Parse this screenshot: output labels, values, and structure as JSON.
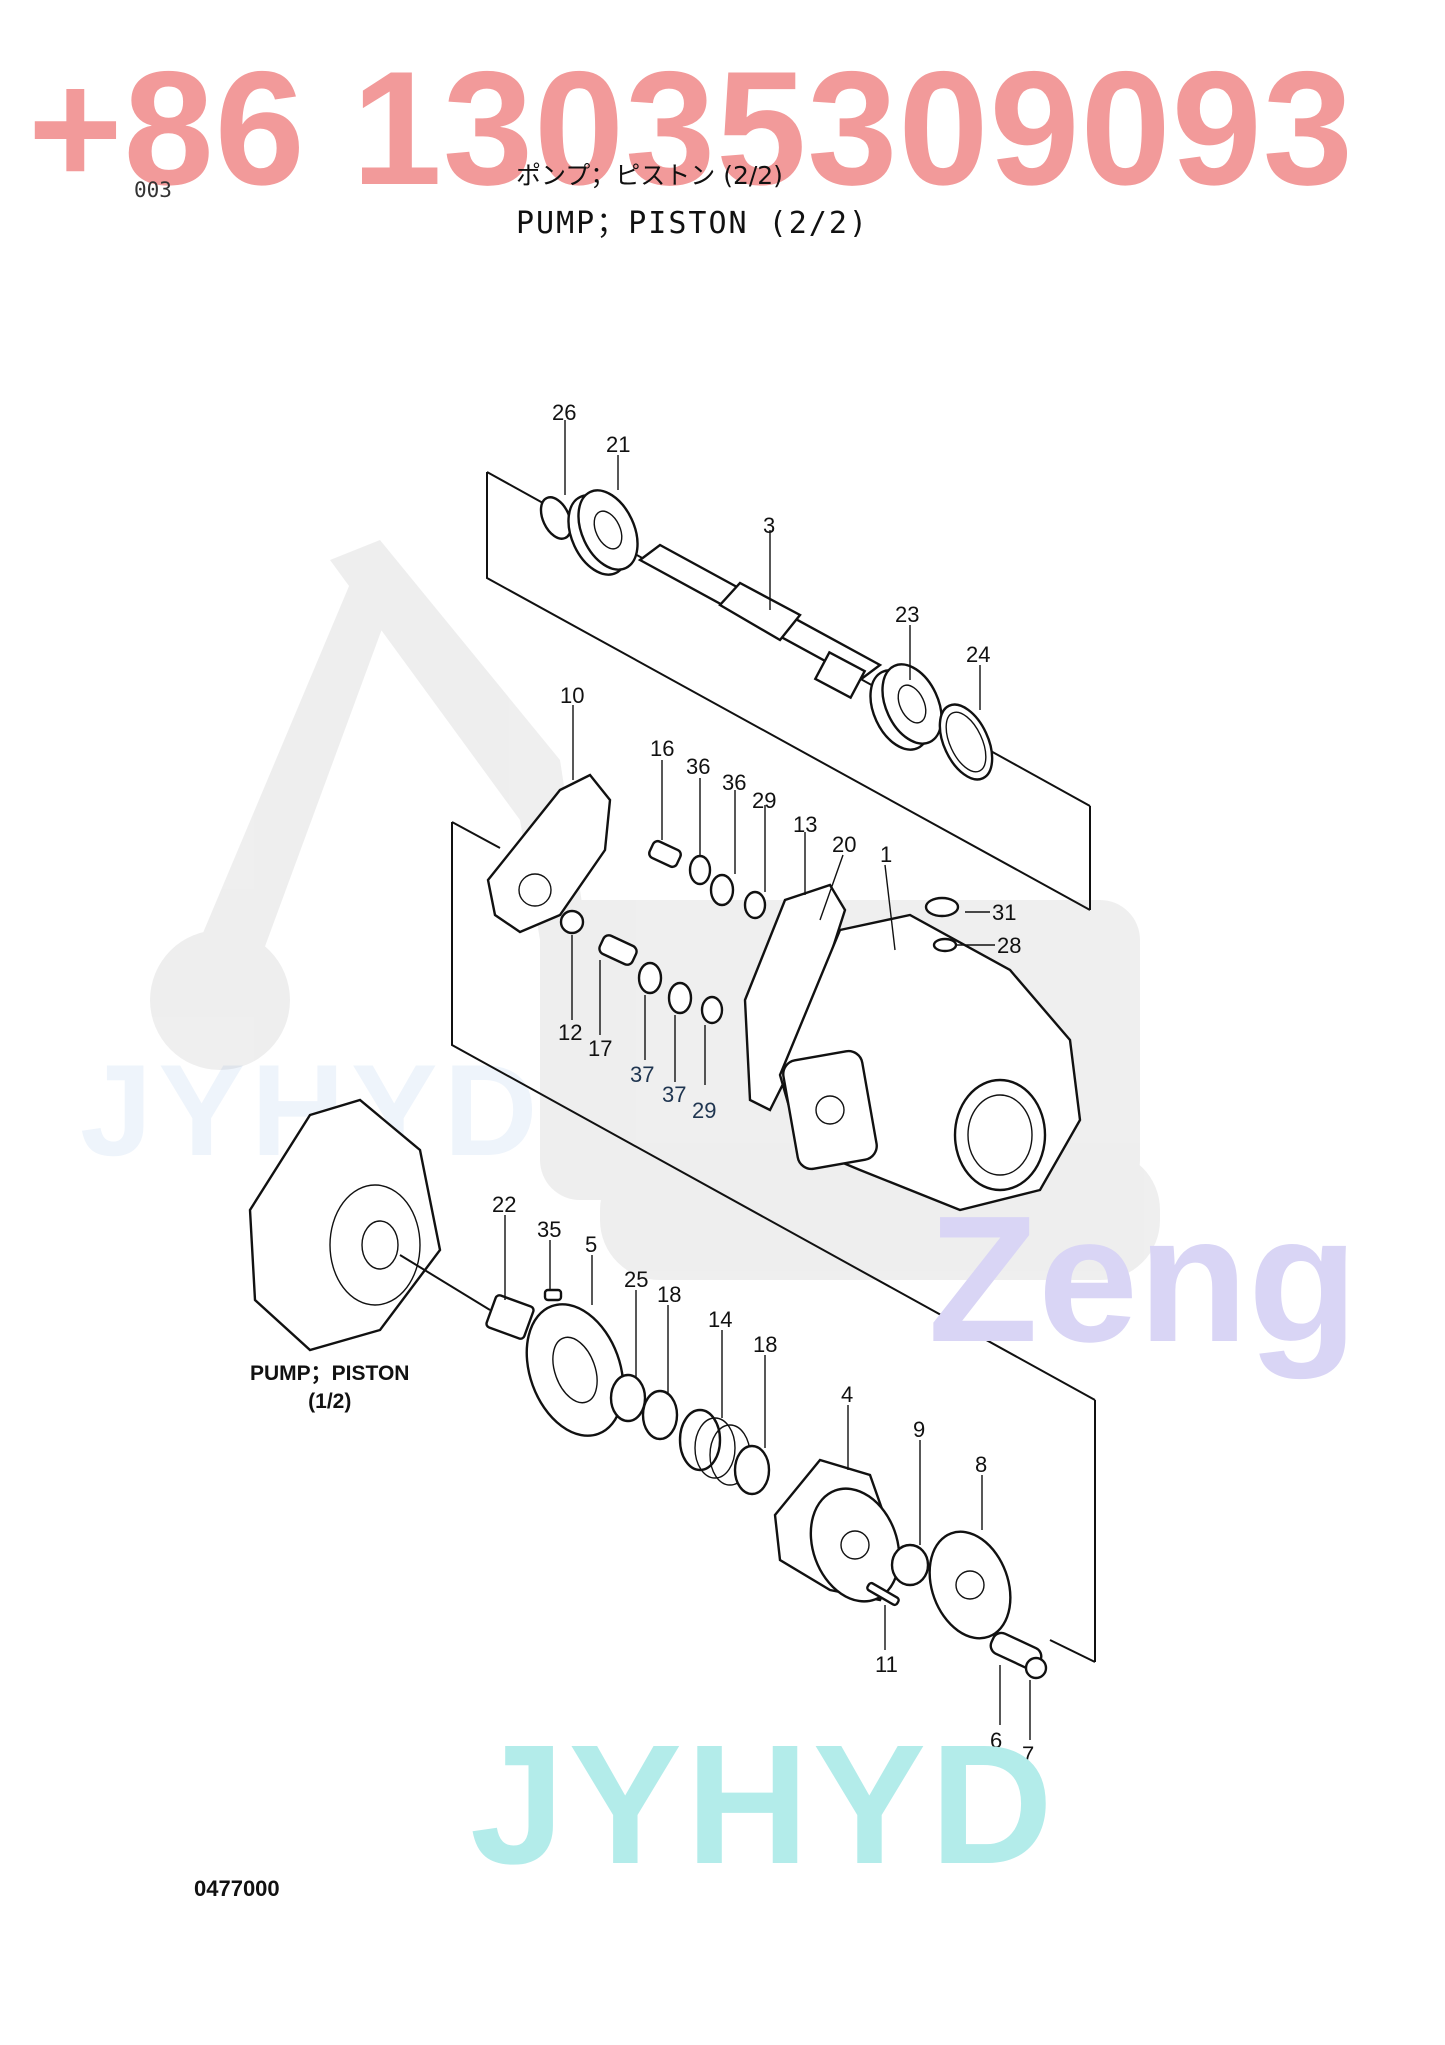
{
  "header": {
    "phone": "+86 13035309093",
    "page_code": "003",
    "title_jp": "ポンプ；ピストン (2/2)",
    "title_en": "PUMP；PISTON (2/2)"
  },
  "watermarks": {
    "zeng": "Zeng",
    "jyhyd": "JYHYD",
    "jyhyd_faint": "JYHYD"
  },
  "reference_label": {
    "line1": "PUMP；PISTON",
    "line2": "(1/2)"
  },
  "footer": {
    "doc_code": "0477000"
  },
  "part_numbers": {
    "p26": "26",
    "p21": "21",
    "p3": "3",
    "p23": "23",
    "p24": "24",
    "p10": "10",
    "p16": "16",
    "p36a": "36",
    "p36b": "36",
    "p29a": "29",
    "p13": "13",
    "p20": "20",
    "p1": "1",
    "p31": "31",
    "p28": "28",
    "p12": "12",
    "p17": "17",
    "p37a": "37",
    "p37b": "37",
    "p29b": "29",
    "p22": "22",
    "p35": "35",
    "p5": "5",
    "p25": "25",
    "p18a": "18",
    "p14": "14",
    "p18b": "18",
    "p4": "4",
    "p9": "9",
    "p8": "8",
    "p11": "11",
    "p6": "6",
    "p7": "7"
  },
  "colors": {
    "phone": "#f29a9a",
    "zeng_watermark": "#d9d5f5",
    "jyhyd_watermark": "#b3ecea",
    "line_art": "#111111"
  }
}
